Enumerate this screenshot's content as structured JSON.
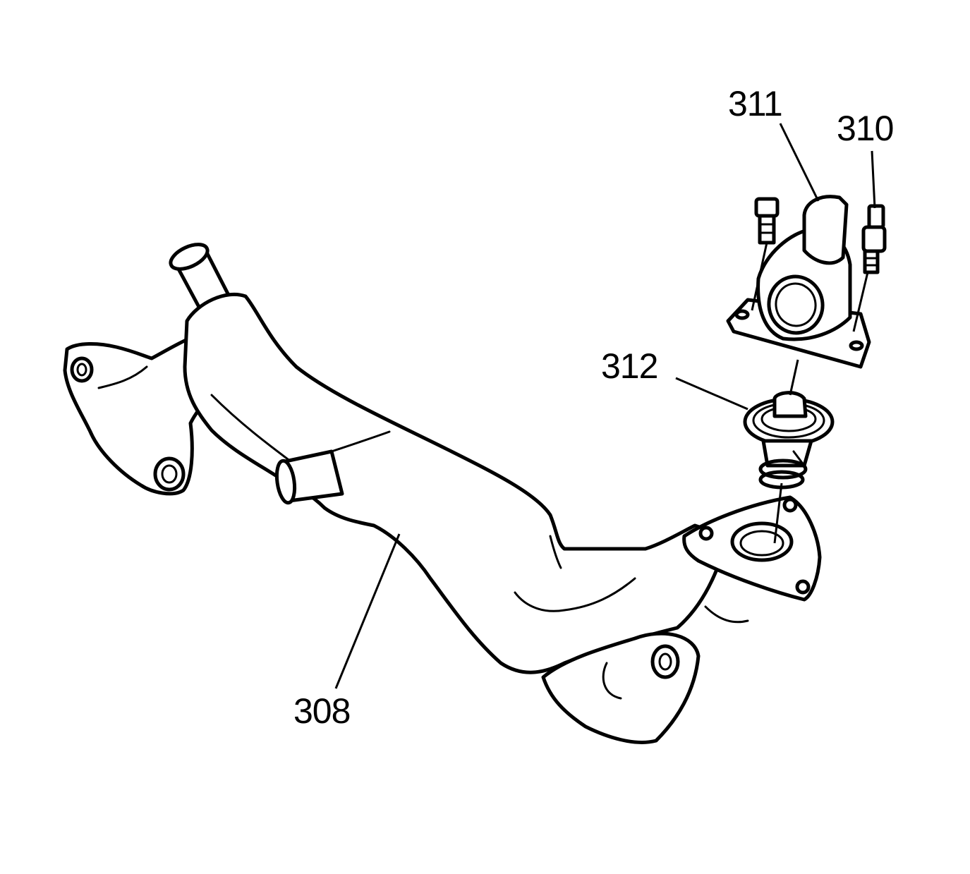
{
  "callouts": {
    "water_outlet": "311",
    "outlet_bolt": "310",
    "thermostat": "312",
    "coolant_pipe": "308"
  }
}
